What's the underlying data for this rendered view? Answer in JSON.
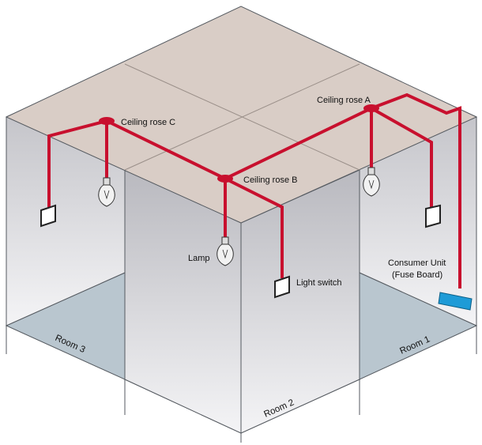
{
  "labels": {
    "ceiling_rose_a": "Ceiling rose A",
    "ceiling_rose_b": "Ceiling rose B",
    "ceiling_rose_c": "Ceiling rose C",
    "lamp": "Lamp",
    "light_switch": "Light switch",
    "consumer_unit_line1": "Consumer Unit",
    "consumer_unit_line2": "(Fuse Board)",
    "room_1": "Room 1",
    "room_2": "Room 2",
    "room_3": "Room 3"
  },
  "colors": {
    "ceiling": "#d9cdc6",
    "wall_left": "#e4e4e7",
    "wall_dark": "#c9c9ce",
    "floor": "#b9c6cf",
    "wire": "#c8102e",
    "consumer_unit": "#1e9bd7",
    "outline": "#555a60"
  }
}
